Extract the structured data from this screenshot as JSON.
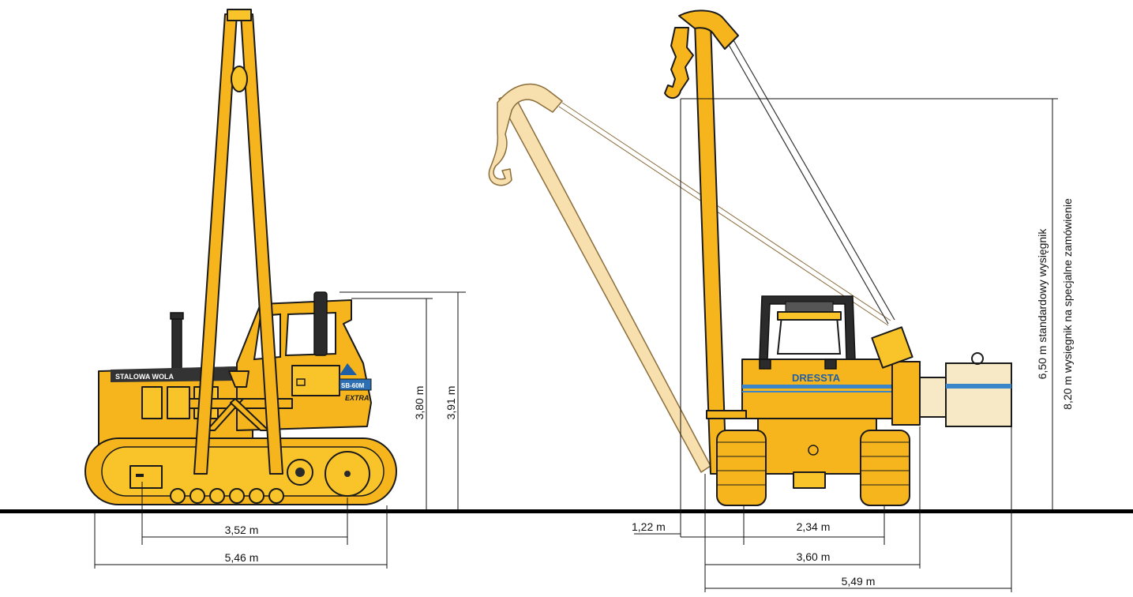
{
  "left_machine": {
    "brand_label": "STALOWA WOLA",
    "model_label": "SB-60M",
    "badge_label": "EXTRA",
    "dimensions": {
      "wheelbase": "3,52 m",
      "overall_length": "5,46 m",
      "cab_height": "3,80 m",
      "overall_height": "3,91 m"
    }
  },
  "right_machine": {
    "brand_label": "DRESSTA",
    "dimensions": {
      "boom_offset": "1,22 m",
      "track_gauge": "2,34 m",
      "overall_width": "3,60 m",
      "counterweight_width": "5,49 m"
    },
    "boom_notes": [
      "6,50 m standardowy wysięgnik",
      "8,20 m wysięgnik na specjalne zamówienie"
    ]
  },
  "colors": {
    "machine_body": "#f6b51c",
    "outline": "#1a1a1a",
    "stripe": "#3a86c8",
    "ground": "#000000"
  }
}
